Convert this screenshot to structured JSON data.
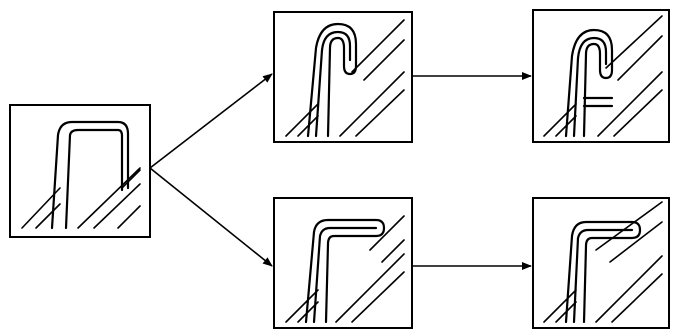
{
  "diagram": {
    "panels": [
      {
        "id": "initial-profile",
        "depicts": "open-seam"
      },
      {
        "id": "upper-stage-1",
        "depicts": "hooked-fold"
      },
      {
        "id": "upper-stage-2",
        "depicts": "closed-hooked-fold"
      },
      {
        "id": "lower-stage-1",
        "depicts": "flat-fold"
      },
      {
        "id": "lower-stage-2",
        "depicts": "closed-flat-fold"
      }
    ],
    "arrows": [
      {
        "from": "initial-profile",
        "to": "upper-stage-1"
      },
      {
        "from": "initial-profile",
        "to": "lower-stage-1"
      },
      {
        "from": "upper-stage-1",
        "to": "upper-stage-2"
      },
      {
        "from": "lower-stage-1",
        "to": "lower-stage-2"
      }
    ],
    "colors": {
      "stroke": "#000000",
      "background": "#ffffff"
    }
  }
}
